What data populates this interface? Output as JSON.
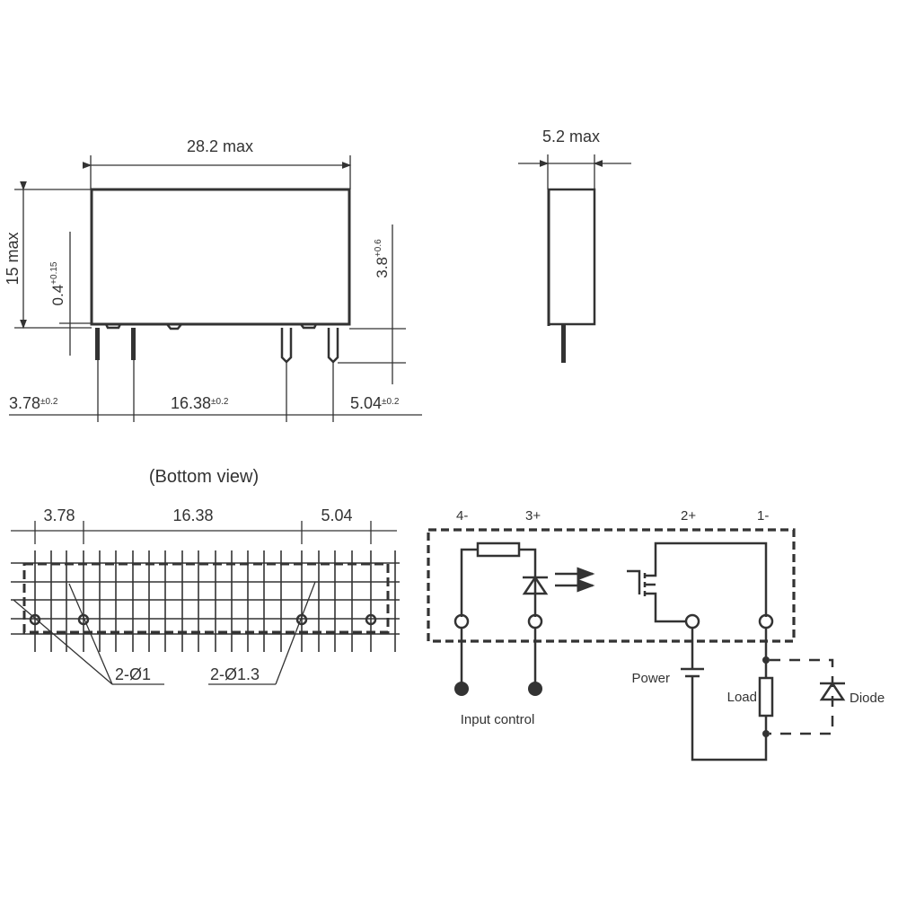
{
  "front_view": {
    "width_label": "28.2 max",
    "height_label": "15 max",
    "standoff_label": "0.4",
    "standoff_tol": "+0.15",
    "pin_length_label": "3.8",
    "pin_length_tol": "+0.6",
    "pitch_left": "3.78",
    "pitch_left_tol": "±0.2",
    "pitch_mid": "16.38",
    "pitch_mid_tol": "±0.2",
    "pitch_right": "5.04",
    "pitch_right_tol": "±0.2"
  },
  "side_view": {
    "width_label": "5.2 max"
  },
  "bottom_view": {
    "title": "(Bottom view)",
    "dim_left": "3.78",
    "dim_mid": "16.38",
    "dim_right": "5.04",
    "hole_label_small": "2-Ø1",
    "hole_label_large": "2-Ø1.3"
  },
  "circuit": {
    "pins": [
      "4-",
      "3+",
      "2+",
      "1-"
    ],
    "input_label": "Input control",
    "power_label": "Power",
    "load_label": "Load",
    "diode_label": "Diode"
  }
}
